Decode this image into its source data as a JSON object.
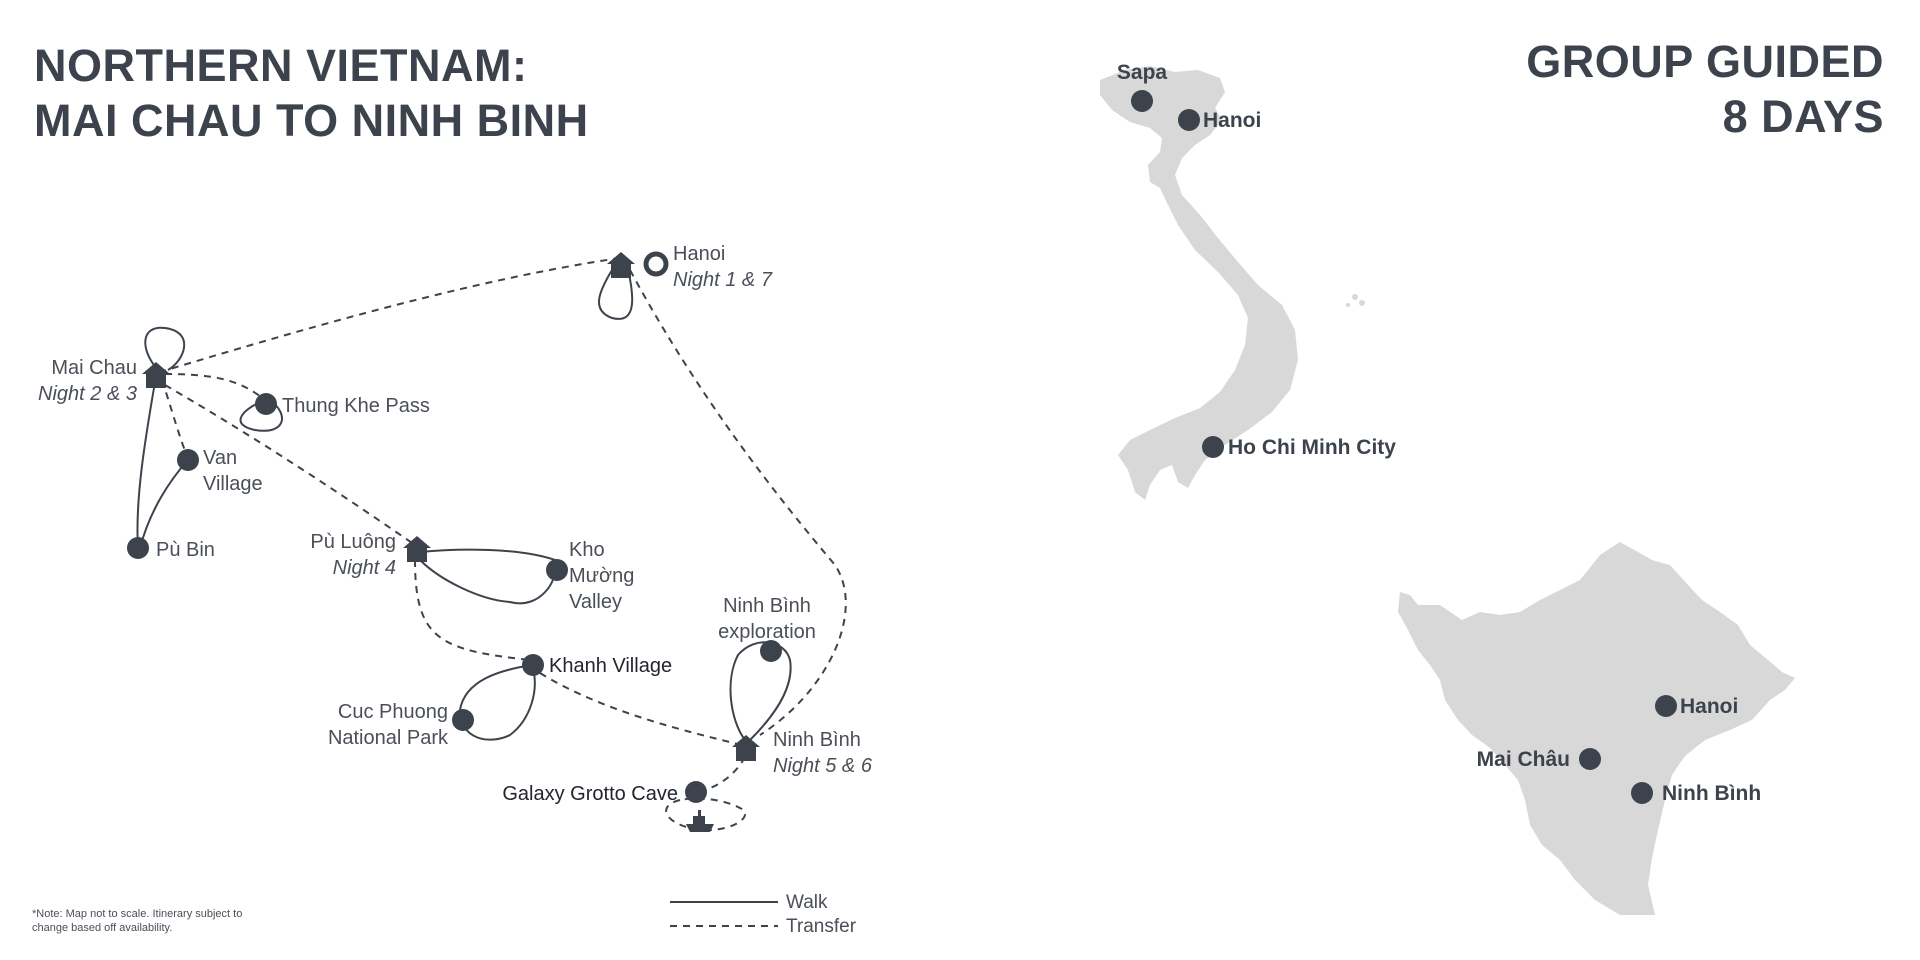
{
  "header": {
    "title_line1": "NORTHERN VIETNAM:",
    "title_line2": "MAI CHAU TO NINH BINH",
    "tour_line1": "GROUP GUIDED",
    "tour_line2": "8 DAYS"
  },
  "route_map": {
    "stops": [
      {
        "name": "Hanoi",
        "night": "Night 1 & 7",
        "type": "accommodation"
      },
      {
        "name": "Mai Chau",
        "night": "Night 2 & 3",
        "type": "accommodation"
      },
      {
        "name": "Thung Khe Pass",
        "type": "point"
      },
      {
        "name": "Van",
        "name2": "Village",
        "type": "point"
      },
      {
        "name": "Pù Bin",
        "type": "point"
      },
      {
        "name": "Pù Luông",
        "night": "Night 4",
        "type": "accommodation"
      },
      {
        "name": "Kho",
        "name2": "Mường",
        "name3": "Valley",
        "type": "point"
      },
      {
        "name": "Khanh Village",
        "type": "point"
      },
      {
        "name": "Cuc Phuong",
        "name2": "National Park",
        "type": "point"
      },
      {
        "name": "Ninh Bình",
        "name2": "exploration",
        "type": "point"
      },
      {
        "name": "Ninh Bình",
        "night": "Night 5 & 6",
        "type": "accommodation"
      },
      {
        "name": "Galaxy Grotto Cave",
        "type": "point"
      }
    ],
    "legend": {
      "walk": "Walk",
      "transfer": "Transfer"
    },
    "note_line1": "*Note: Map not to scale. Itinerary subject to",
    "note_line2": "change based off availability."
  },
  "country_map": {
    "cities": [
      "Sapa",
      "Hanoi",
      "Ho Chi Minh City"
    ]
  },
  "region_map": {
    "cities": [
      "Hanoi",
      "Mai Châu",
      "Ninh Bình"
    ]
  },
  "colors": {
    "marker": "#3d434d",
    "land": "#d8d8d8",
    "text": "#3d434d"
  },
  "icons": {
    "accommodation": "house-icon",
    "boat": "boat-icon",
    "start": "ring-icon"
  }
}
